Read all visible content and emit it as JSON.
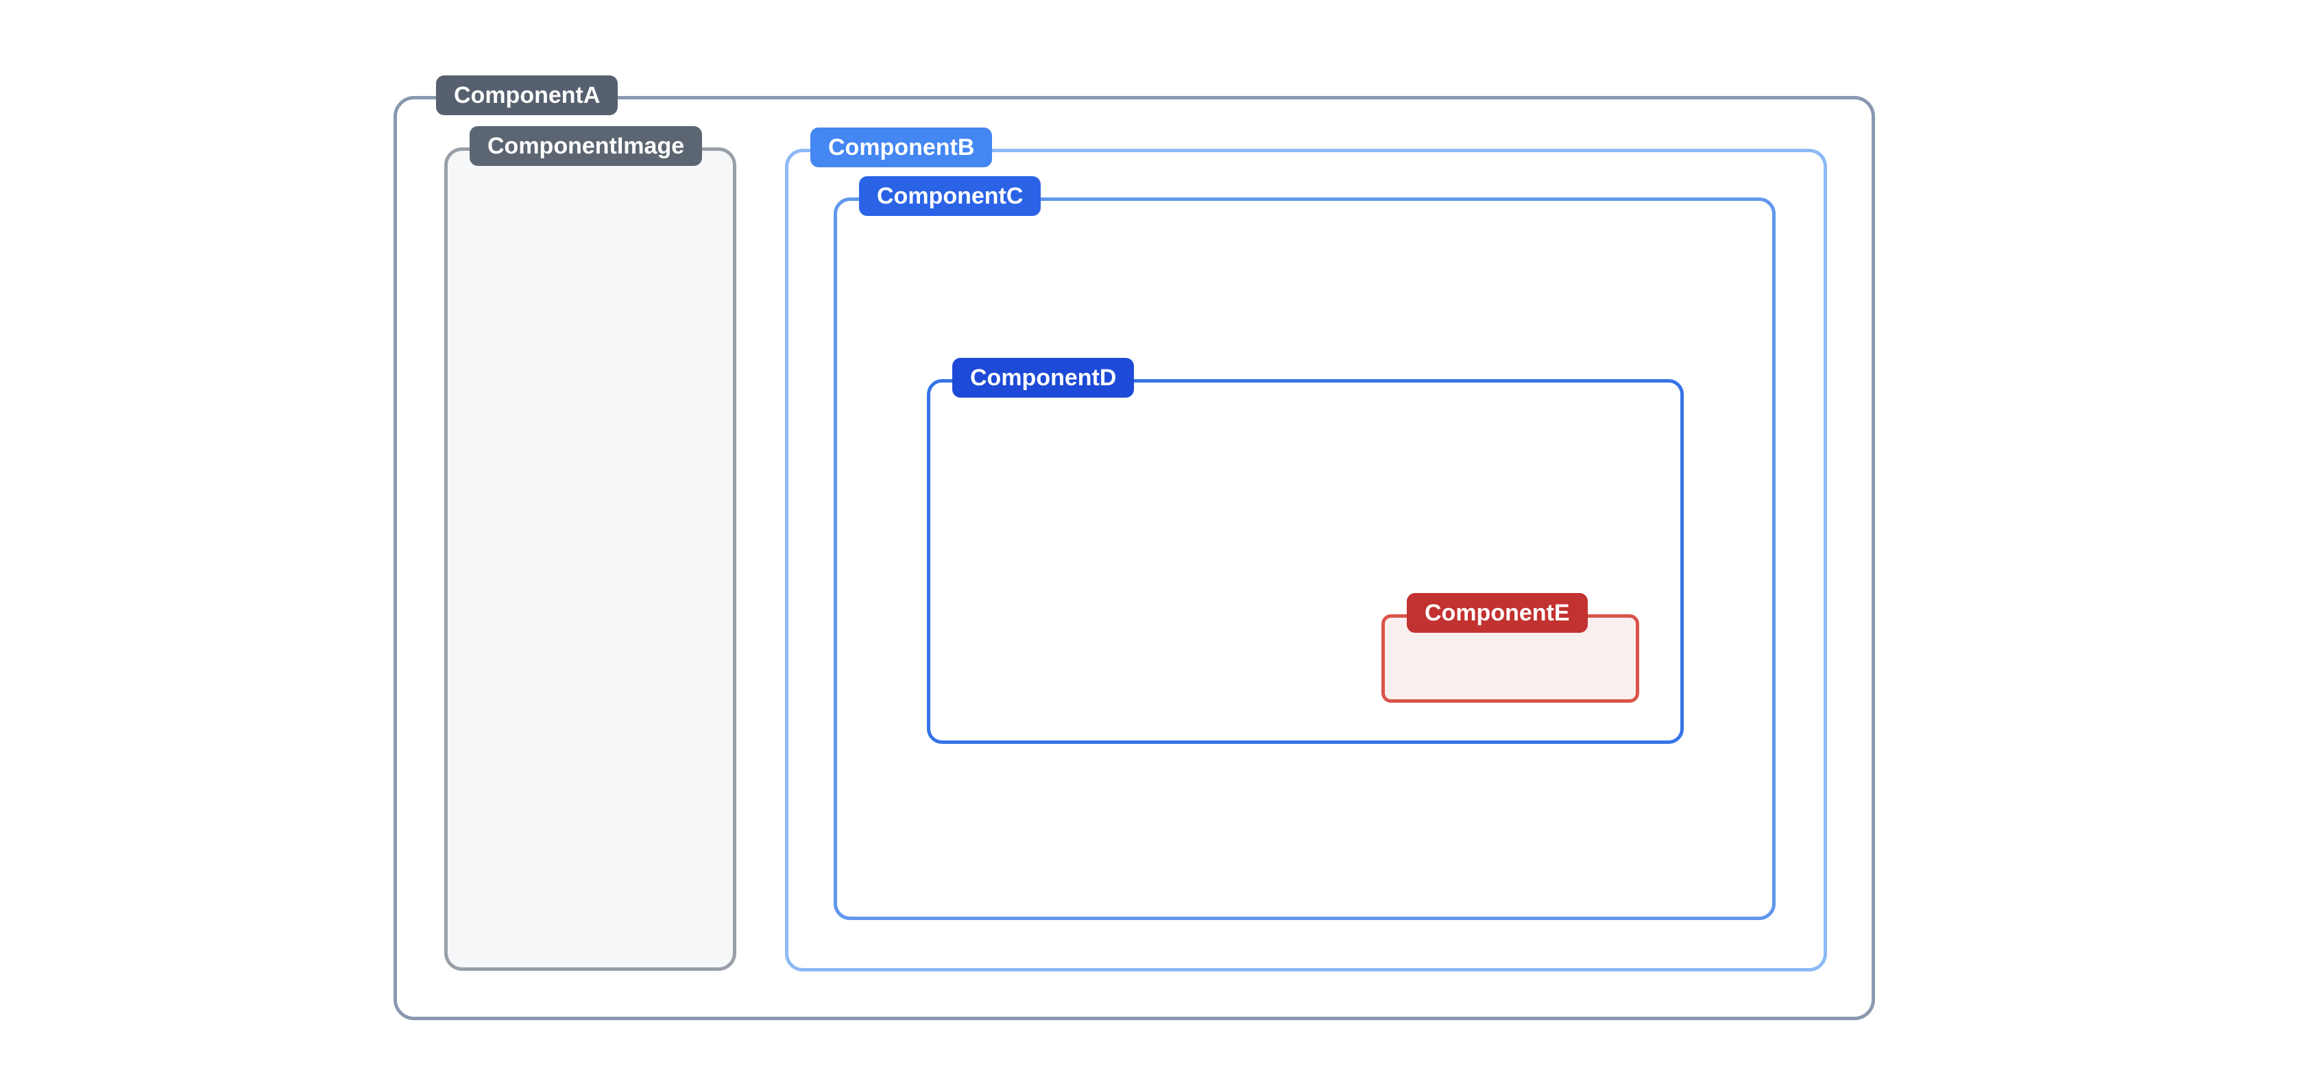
{
  "diagram": {
    "background_color": "#ffffff",
    "label_text_color": "#ffffff",
    "components": [
      {
        "id": "component-a",
        "label": "ComponentA",
        "border_color": "#8a99b0",
        "label_bg": "#56606e",
        "fill": "transparent"
      },
      {
        "id": "component-image",
        "label": "ComponentImage",
        "border_color": "#999fa8",
        "label_bg": "#5c6572",
        "fill": "#f6f7f9"
      },
      {
        "id": "component-b",
        "label": "ComponentB",
        "border_color": "#8dbaf6",
        "label_bg": "#4486f2",
        "fill": "transparent"
      },
      {
        "id": "component-c",
        "label": "ComponentC",
        "border_color": "#6197ec",
        "label_bg": "#2a63e6",
        "fill": "transparent"
      },
      {
        "id": "component-d",
        "label": "ComponentD",
        "border_color": "#3574e8",
        "label_bg": "#1d4ad6",
        "fill": "transparent"
      },
      {
        "id": "component-e",
        "label": "ComponentE",
        "border_color": "#d9544a",
        "label_bg": "#c23230",
        "fill": "#faefef"
      }
    ]
  }
}
